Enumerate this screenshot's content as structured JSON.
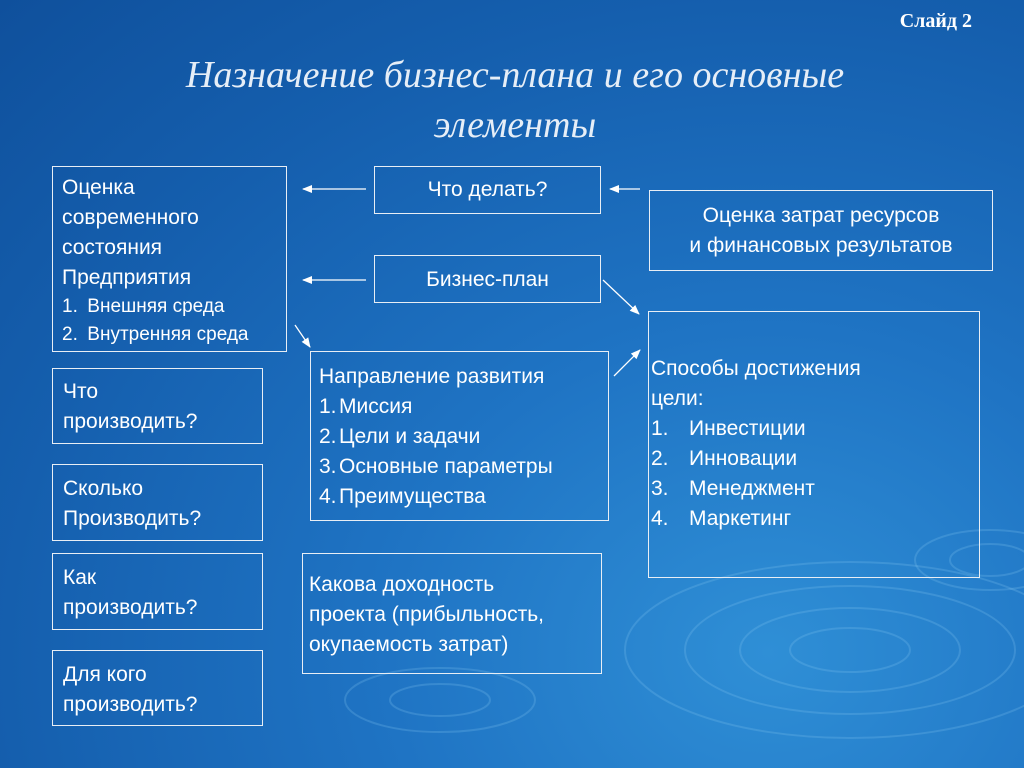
{
  "slide": {
    "number_label": "Слайд 2"
  },
  "title": {
    "line1": "Назначение бизнес-плана и его основные",
    "line2": "элементы"
  },
  "boxes": {
    "current_state": {
      "lines": [
        "Оценка",
        "современного",
        "состояния",
        "Предприятия"
      ],
      "items": [
        {
          "num": "1.",
          "text": "Внешняя среда"
        },
        {
          "num": "2.",
          "text": "Внутренняя среда"
        }
      ]
    },
    "what_to_do": {
      "text": "Что делать?"
    },
    "business_plan": {
      "text": "Бизнес-план"
    },
    "cost_evaluation": {
      "lines": [
        "Оценка затрат ресурсов",
        "и финансовых результатов"
      ]
    },
    "what_to_produce": {
      "lines": [
        "Что",
        "производить?"
      ]
    },
    "how_much": {
      "lines": [
        "Сколько",
        "Производить?"
      ]
    },
    "how_to_produce": {
      "lines": [
        "Как",
        "производить?"
      ]
    },
    "for_whom": {
      "lines": [
        "Для кого",
        "производить?"
      ]
    },
    "development": {
      "heading": "Направление развития",
      "items": [
        {
          "num": "1.",
          "text": "Миссия"
        },
        {
          "num": "2.",
          "text": "Цели и задачи"
        },
        {
          "num": "3.",
          "text": "Основные параметры"
        },
        {
          "num": "4.",
          "text": "Преимущества"
        }
      ]
    },
    "means": {
      "lines": [
        "Способы достижения",
        "цели:"
      ],
      "items": [
        {
          "num": "1.",
          "text": "Инвестиции"
        },
        {
          "num": "2.",
          "text": "Инновации"
        },
        {
          "num": "3.",
          "text": "Менеджмент"
        },
        {
          "num": "4.",
          "text": "Маркетинг"
        }
      ]
    },
    "profitability": {
      "lines": [
        "Какова доходность",
        "проекта (прибыльность,",
        "окупаемость затрат)"
      ]
    }
  },
  "colors": {
    "border": "#e8eef5",
    "text": "#ffffff",
    "background": "#1f74c4"
  }
}
